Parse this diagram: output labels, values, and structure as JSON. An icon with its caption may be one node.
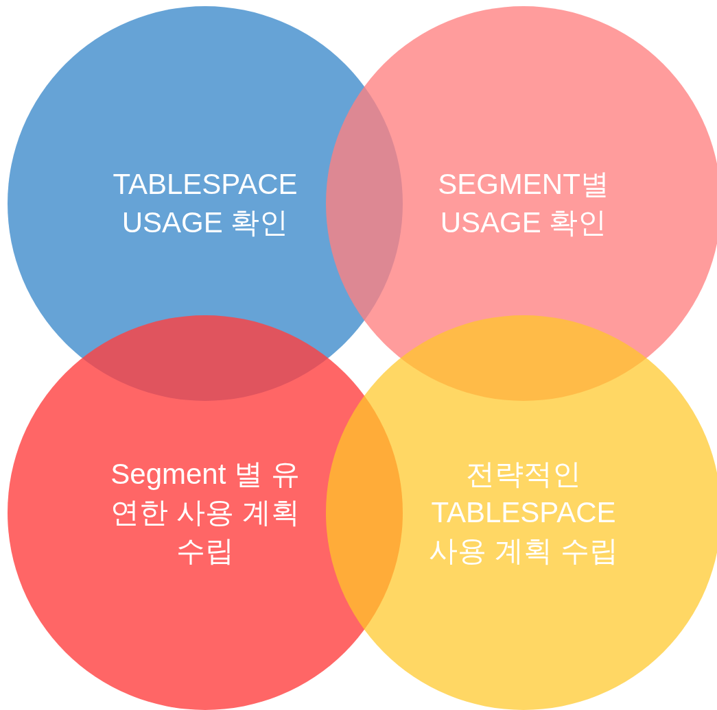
{
  "diagram": {
    "nodes": [
      {
        "text": [
          "TABLESPACE USAGE 확인"
        ]
      },
      {
        "text": [
          "SEGMENT별 USAGE 확인"
        ]
      },
      {
        "text": [
          "Segment 별 유연한 사용 계획 수립"
        ]
      },
      {
        "text": [
          "전략적인 TABLESPACE 사용 계획 수립"
        ]
      }
    ]
  }
}
